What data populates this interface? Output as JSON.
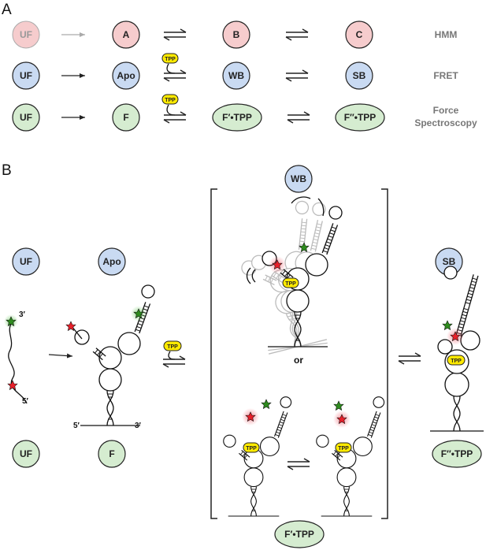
{
  "panel_a": {
    "label": "A",
    "rows": [
      {
        "states": [
          "UF",
          "A",
          "B",
          "C"
        ],
        "method": "HMM",
        "ligand": ""
      },
      {
        "states": [
          "UF",
          "Apo",
          "WB",
          "SB"
        ],
        "method": "FRET",
        "ligand": "TPP"
      },
      {
        "states": [
          "UF",
          "F",
          "F′•TPP",
          "F″•TPP"
        ],
        "method_lines": [
          "Force",
          "Spectroscopy"
        ],
        "ligand": "TPP"
      }
    ]
  },
  "panel_b": {
    "label": "B",
    "fret_states": {
      "uf": "UF",
      "apo": "Apo",
      "wb": "WB",
      "sb": "SB"
    },
    "force_states": {
      "uf": "UF",
      "f": "F",
      "f_prime_tpp": "F′•TPP",
      "f_double_prime_tpp": "F″•TPP"
    },
    "ligand": "TPP",
    "or_text": "or",
    "ends": {
      "unfolded_3": "3′",
      "unfolded_5": "5′",
      "apo_5": "5′",
      "apo_3": "3′"
    }
  },
  "colors": {
    "hmm_fill": "#f6cccd",
    "fret_fill": "#c9daf2",
    "force_fill": "#d5ecd0",
    "tpp_fill": "#ffea00",
    "donor_star": "#2e8b1e",
    "acceptor_star": "#e8202a"
  }
}
